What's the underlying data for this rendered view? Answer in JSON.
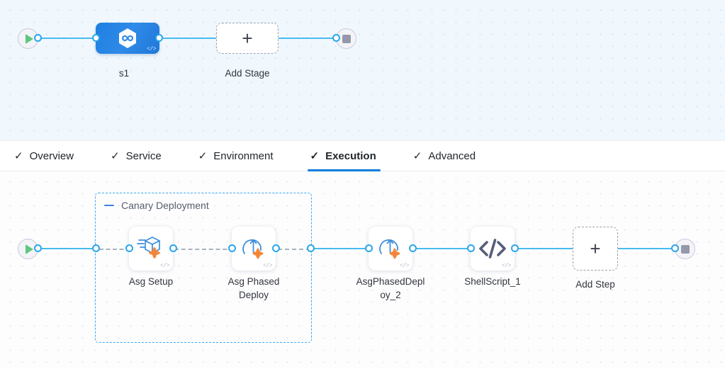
{
  "pipeline_canvas": {
    "start_node": {
      "icon": "play-icon",
      "name": "start-node"
    },
    "end_node": {
      "icon": "stop-icon",
      "name": "end-node"
    },
    "stage": {
      "label": "s1",
      "icon": "harness-hexagon-infinity-icon",
      "code_badge": "</>"
    },
    "add_stage": {
      "label": "Add Stage",
      "icon": "plus-icon"
    }
  },
  "tabs": [
    {
      "label": "Overview",
      "check": "✓",
      "active": false
    },
    {
      "label": "Service",
      "check": "✓",
      "active": false
    },
    {
      "label": "Environment",
      "check": "✓",
      "active": false
    },
    {
      "label": "Execution",
      "check": "✓",
      "active": true
    },
    {
      "label": "Advanced",
      "check": "✓",
      "active": false
    }
  ],
  "execution_canvas": {
    "start_node": {
      "icon": "play-icon"
    },
    "end_node": {
      "icon": "stop-icon"
    },
    "group": {
      "title": "Canary Deployment",
      "collapse_icon": "minus-icon"
    },
    "steps": [
      {
        "label": "Asg Setup",
        "icon": "asg-setup-package-icon",
        "code_badge": "</>",
        "in_group": true
      },
      {
        "label": "Asg Phased Deploy",
        "icon": "asg-phased-deploy-icon",
        "code_badge": "</>",
        "in_group": true
      },
      {
        "label": "AsgPhasedDeploy_2",
        "label_line1": "AsgPhasedDepl",
        "label_line2": "oy_2",
        "icon": "asg-phased-deploy-icon",
        "code_badge": "</>",
        "in_group": false
      },
      {
        "label": "ShellScript_1",
        "icon": "shell-script-code-icon",
        "code_badge": "</>",
        "in_group": false
      }
    ],
    "add_step": {
      "label": "Add Step",
      "icon": "plus-icon"
    }
  },
  "colors": {
    "accent_blue": "#0a7fd9",
    "connector_blue": "#48bbf0",
    "group_border_blue": "#3fa9f5",
    "stage_blue": "#2f8ae8",
    "aws_orange": "#f58536",
    "play_green": "#5fc77f",
    "stop_gray": "#9598ab",
    "canvas_top_bg": "#f0f8fd",
    "canvas_bottom_bg": "#fdfdfe"
  }
}
